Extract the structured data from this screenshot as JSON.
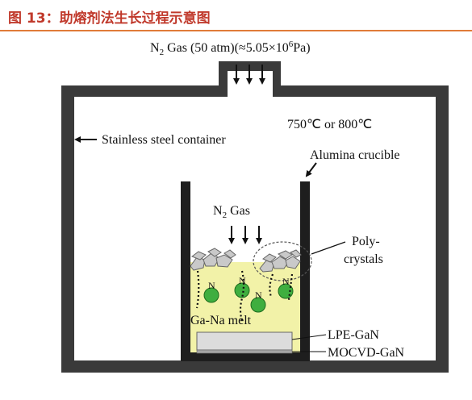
{
  "figure": {
    "title": "图 13：助熔剂法生长过程示意图"
  },
  "labels": {
    "gas_top_pre": "N",
    "gas_top_sub": "2",
    "gas_top_post": " Gas (50 atm)(≈5.05×10",
    "gas_top_sup": "6",
    "gas_top_end": "Pa)",
    "temperature": "750℃ or 800℃",
    "container": "Stainless steel container",
    "crucible": "Alumina crucible",
    "gas_inner_pre": "N",
    "gas_inner_sub": "2",
    "gas_inner_post": " Gas",
    "poly_line1": "Poly-",
    "poly_line2": "crystals",
    "melt": "Ga-Na melt",
    "lpe": "LPE-GaN",
    "mocvd": "MOCVD-GaN",
    "atom": "N"
  },
  "colors": {
    "title": "#c0392b",
    "rule": "#e07b39",
    "melt": "#f2f2a8",
    "atom": "#3fae3f",
    "substrate": "#cfcfcf"
  }
}
